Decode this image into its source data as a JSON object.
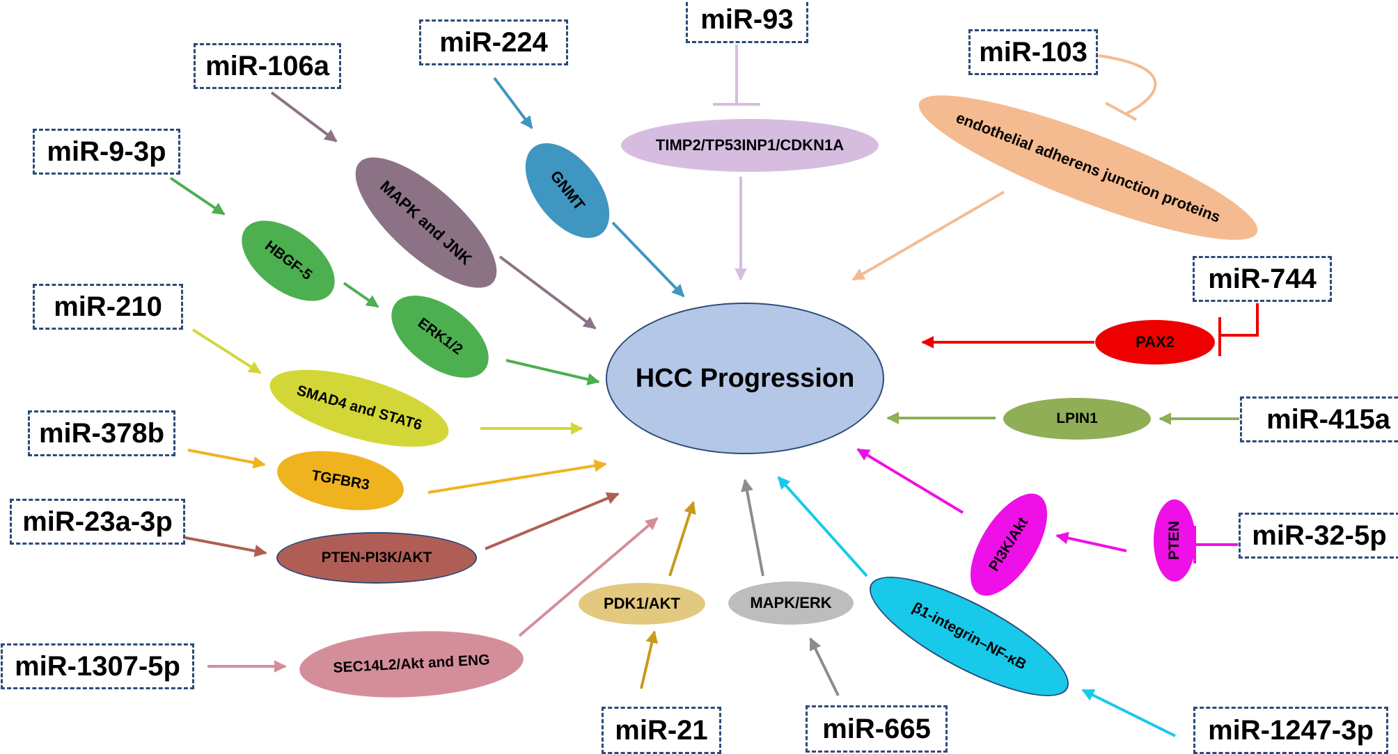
{
  "hub": {
    "label": "HCC Progression",
    "color": "#b4c7e7"
  },
  "mirnas": [
    {
      "id": "mir106a",
      "label": "miR-106a"
    },
    {
      "id": "mir224",
      "label": "miR-224"
    },
    {
      "id": "mir93",
      "label": "miR-93"
    },
    {
      "id": "mir103",
      "label": "miR-103"
    },
    {
      "id": "mir93p",
      "label": "miR-9-3p"
    },
    {
      "id": "mir744",
      "label": "miR-744"
    },
    {
      "id": "mir210",
      "label": "miR-210"
    },
    {
      "id": "mir415a",
      "label": "miR-415a"
    },
    {
      "id": "mir378b",
      "label": "miR-378b"
    },
    {
      "id": "mir23a3p",
      "label": "miR-23a-3p"
    },
    {
      "id": "mir325p",
      "label": "miR-32-5p"
    },
    {
      "id": "mir13075p",
      "label": "miR-1307-5p"
    },
    {
      "id": "mir21",
      "label": "miR-21"
    },
    {
      "id": "mir665",
      "label": "miR-665"
    },
    {
      "id": "mir12473p",
      "label": "miR-1247-3p"
    }
  ],
  "targets": [
    {
      "id": "mapk_jnk",
      "label": "MAPK and JNK",
      "color": "#8b7385"
    },
    {
      "id": "gnmt",
      "label": "GNMT",
      "color": "#3f96c0"
    },
    {
      "id": "timp2",
      "label": "TIMP2/TP53INP1/CDKN1A",
      "color": "#d6bde0"
    },
    {
      "id": "endo",
      "label": "endothelial adherens junction proteins",
      "color": "#f4bb90"
    },
    {
      "id": "hbgf5",
      "label": "HBGF-5",
      "color": "#4caf50"
    },
    {
      "id": "erk12",
      "label": "ERK1/2",
      "color": "#4caf50"
    },
    {
      "id": "pax2",
      "label": "PAX2",
      "color": "#ef0000"
    },
    {
      "id": "smad4",
      "label": "SMAD4 and STAT6",
      "color": "#d2d737"
    },
    {
      "id": "lpin1",
      "label": "LPIN1",
      "color": "#8fae56"
    },
    {
      "id": "tgfbr3",
      "label": "TGFBR3",
      "color": "#f0b320"
    },
    {
      "id": "pi3k_akt",
      "label": "PI3K/Akt",
      "color": "#ee10e6"
    },
    {
      "id": "pten_pi3k",
      "label": "PTEN-PI3K/AKT",
      "color": "#b05e55"
    },
    {
      "id": "pten",
      "label": "PTEN",
      "color": "#ee10e6"
    },
    {
      "id": "sec14l2",
      "label": "SEC14L2/Akt and ENG",
      "color": "#d48e99"
    },
    {
      "id": "pdk1",
      "label": "PDK1/AKT",
      "color": "#e3c97f"
    },
    {
      "id": "mapk_erk",
      "label": "MAPK/ERK",
      "color": "#bdbdbd"
    },
    {
      "id": "b1integrin",
      "label": "β1-integrin–NF-κB",
      "color": "#18c9ea"
    }
  ],
  "edge_colors": {
    "mapk_jnk": "#8b7385",
    "gnmt": "#3f96c0",
    "timp2": "#d6bde0",
    "endo": "#f4bb90",
    "erk": "#4caf50",
    "pax2": "#ef0000",
    "smad4": "#d2d737",
    "lpin1": "#8fae56",
    "tgfbr3": "#f0b320",
    "pi3k": "#ee10e6",
    "pten_pi3k": "#b05e55",
    "sec14l2": "#d48e99",
    "pdk1": "#c79a1c",
    "mapk_erk": "#8c8c8c",
    "b1integrin": "#18c9ea"
  },
  "box_border_color": "#2b4a78"
}
